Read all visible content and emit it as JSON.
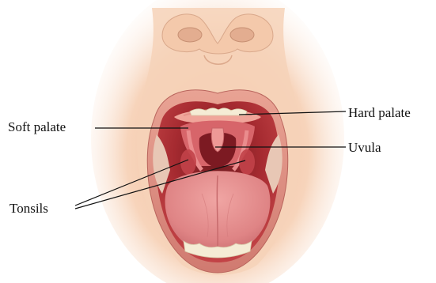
{
  "labels": {
    "soft_palate": "Soft palate",
    "hard_palate": "Hard palate",
    "uvula": "Uvula",
    "tonsils": "Tonsils"
  },
  "colors": {
    "background": "#ffffff",
    "skin": "#f3c7a6",
    "lip": "#d98a7c",
    "mouth_cavity": "#b9353a",
    "tongue": "#e28b8c",
    "teeth": "#f4ecd6",
    "leader_line": "#111111"
  }
}
